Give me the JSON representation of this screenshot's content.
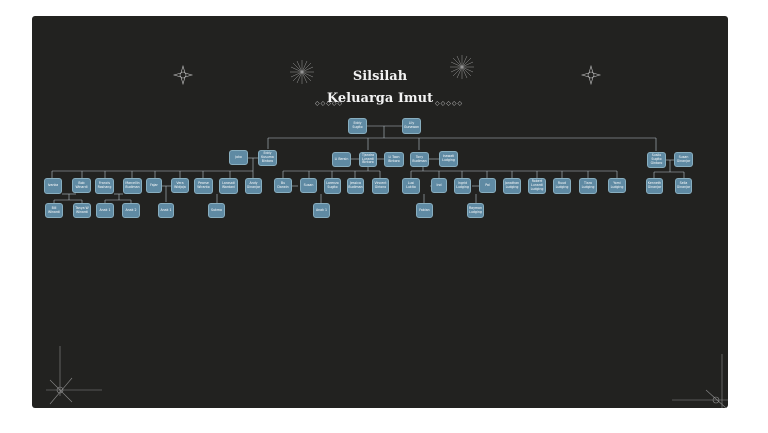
{
  "title": {
    "line1": "Silsilah",
    "line2": "Keluarga Imut"
  },
  "colors": {
    "background": "#222220",
    "node_fill": "#5f8aa3",
    "node_border": "#88aebf",
    "connector": "#b8c4cc",
    "title": "#f2f2f2"
  },
  "decorations": {
    "left_dots": "◇◇◇◇◇",
    "right_dots": "◇◇◇◇◇",
    "icons": [
      "compass-star-icon",
      "sunburst-icon",
      "sunburst-icon",
      "compass-star-icon",
      "corner-ornament-icon",
      "corner-ornament-icon"
    ]
  },
  "tree": {
    "root": [
      "Eddy Sugito",
      "Lily Gunawan"
    ],
    "children": [
      "Joko",
      "Eddy Kusuma Bintoro",
      "Li Bersin",
      "Tjandra Lunardi Bintoro",
      "Li Toon Bintoro",
      "Tony Budiman",
      "Inawati Ludging",
      "Susilo Sugito Gintoro",
      "Susan Ginanjar"
    ],
    "grandchildren": [
      "Ivanka",
      "Bob Winardi",
      "Francis Roshang",
      "Marcellin Budiman",
      "Fajar",
      "Vera Widjaja",
      "Pearse Wiranto",
      "Larasati Wardani",
      "Andy Ginanjar",
      "Bu Darwin",
      "Susan",
      "Lorenzo Sugito",
      "Jessica Budiman",
      "Vincent Giriono",
      "Lusi Lukito",
      "Ind",
      "Ingrid Ludging",
      "Pal",
      "Jonathan Ludging",
      "Robert Lunardi Ludging",
      "Ruud Ludging",
      "Tiara Ludging",
      "Yomi Ludging",
      "Kenneth Ginanjar",
      "Sella Ginanjar"
    ],
    "great_grandchildren": [
      "Bill Winardi",
      "Tanya W Winardi",
      "Anak 1",
      "Anak 2",
      "Anak 1",
      "Sukmo",
      "Anak 1",
      "Fabian",
      "Raymon Ludging"
    ]
  }
}
